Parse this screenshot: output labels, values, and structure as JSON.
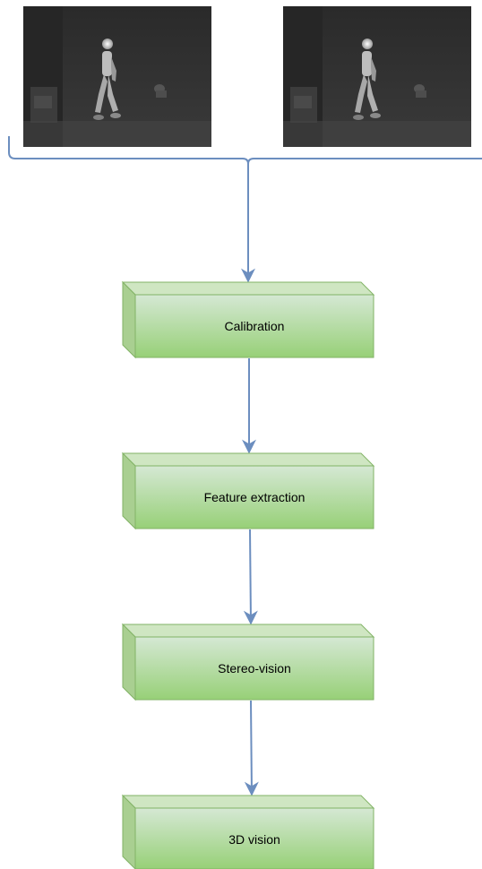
{
  "images": [
    {
      "name": "left-camera-frame",
      "depicts": "thermal-image-person-walking"
    },
    {
      "name": "right-camera-frame",
      "depicts": "thermal-image-person-walking"
    }
  ],
  "steps": [
    {
      "label": "Calibration"
    },
    {
      "label": "Feature extraction"
    },
    {
      "label": "Stereo-vision"
    },
    {
      "label": "3D vision"
    }
  ],
  "colors": {
    "connector": "#6c8ebf",
    "box_fill_top": "#d5e8d4",
    "box_fill_bottom": "#97d077",
    "box_stroke": "#82b366",
    "box_side": "#a9cf91",
    "box_top": "#cfe6c2"
  }
}
